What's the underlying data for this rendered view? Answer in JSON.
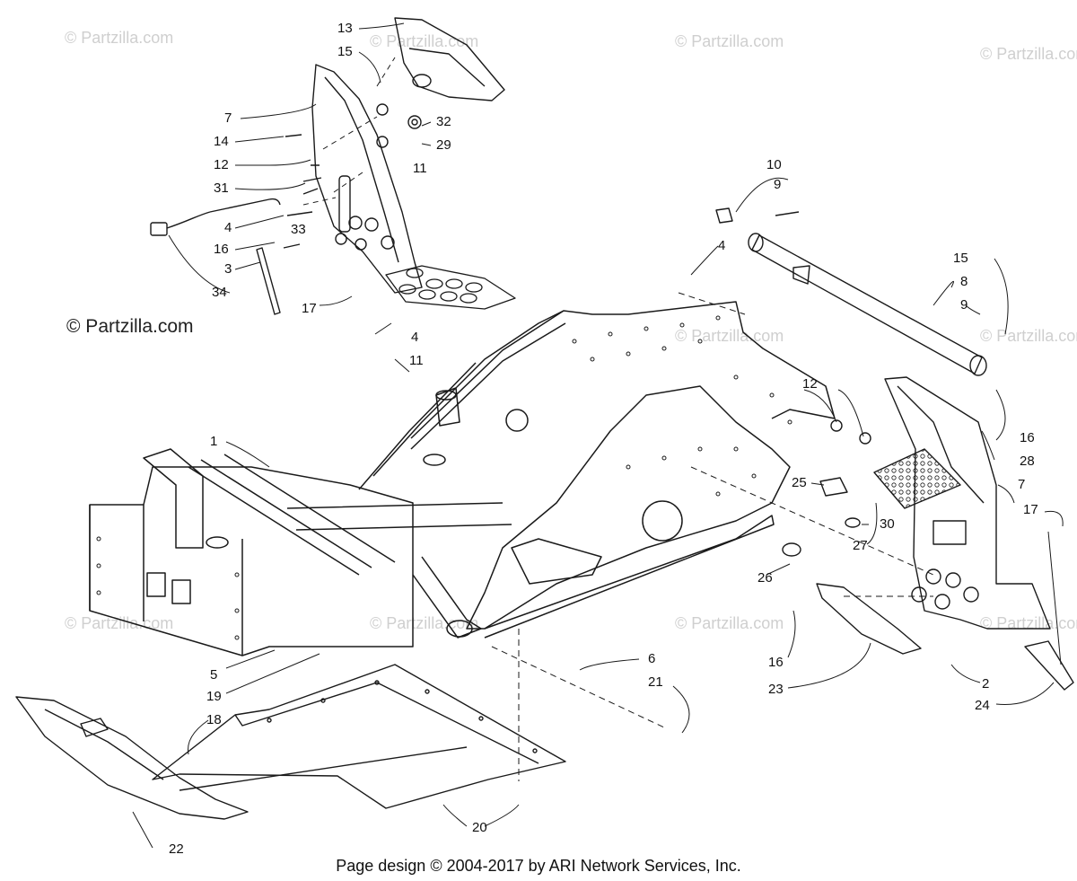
{
  "watermarks": {
    "main": "© Partzilla.com",
    "faint": "© Partzilla.com"
  },
  "footer": "Page design © 2004-2017 by ARI Network Services, Inc.",
  "callouts": [
    "1",
    "2",
    "3",
    "4",
    "4",
    "4",
    "5",
    "6",
    "7",
    "7",
    "8",
    "9",
    "9",
    "10",
    "11",
    "11",
    "12",
    "12",
    "13",
    "14",
    "15",
    "15",
    "16",
    "16",
    "16",
    "17",
    "17",
    "18",
    "19",
    "20",
    "21",
    "22",
    "23",
    "24",
    "25",
    "26",
    "27",
    "28",
    "29",
    "30",
    "31",
    "32",
    "33",
    "34"
  ],
  "colors": {
    "line": "#1a1a1a",
    "shade": "#d9d9d9",
    "watermark": "#cfcfcf"
  }
}
